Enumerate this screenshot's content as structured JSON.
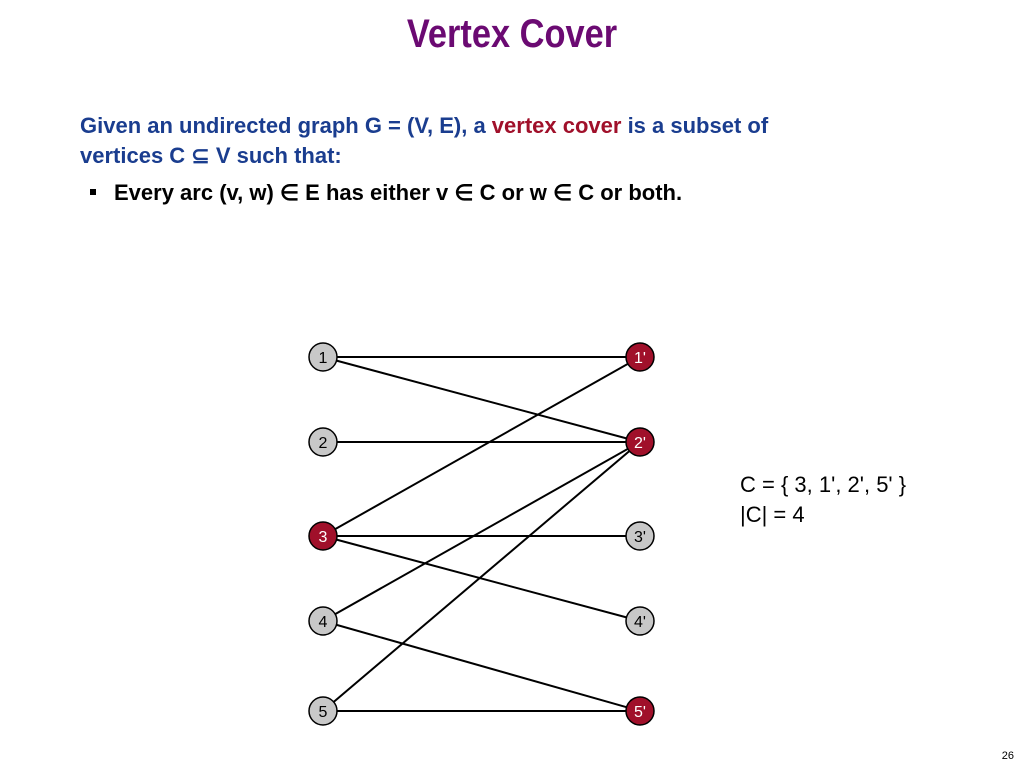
{
  "slide": {
    "title": "Vertex Cover",
    "intro_part1": "Given an undirected graph G = (V, E), a ",
    "intro_highlight": "vertex cover",
    "intro_part2": " is a subset of",
    "intro_line2_a": "vertices C ",
    "subset_symbol": "⊆",
    "intro_line2_b": " V such that:",
    "bullet": "Every arc (v, w) ∈ E has either v ∈ C or w ∈ C or both.",
    "cover_set": "C = { 3, 1', 2', 5' }",
    "cover_size": "|C| = 4",
    "page_number": "26"
  },
  "colors": {
    "title": "#6b0a72",
    "text_blue": "#1a3d8f",
    "highlight": "#a0102a",
    "node_gray": "#c8c8c8",
    "node_selected": "#a0102a"
  },
  "graph": {
    "left_nodes": [
      {
        "id": "1",
        "label": "1",
        "selected": false
      },
      {
        "id": "2",
        "label": "2",
        "selected": false
      },
      {
        "id": "3",
        "label": "3",
        "selected": true
      },
      {
        "id": "4",
        "label": "4",
        "selected": false
      },
      {
        "id": "5",
        "label": "5",
        "selected": false
      }
    ],
    "right_nodes": [
      {
        "id": "1'",
        "label": "1'",
        "selected": true
      },
      {
        "id": "2'",
        "label": "2'",
        "selected": true
      },
      {
        "id": "3'",
        "label": "3'",
        "selected": false
      },
      {
        "id": "4'",
        "label": "4'",
        "selected": false
      },
      {
        "id": "5'",
        "label": "5'",
        "selected": true
      }
    ],
    "edges": [
      [
        "1",
        "1'"
      ],
      [
        "1",
        "2'"
      ],
      [
        "2",
        "2'"
      ],
      [
        "3",
        "1'"
      ],
      [
        "3",
        "3'"
      ],
      [
        "3",
        "4'"
      ],
      [
        "4",
        "2'"
      ],
      [
        "4",
        "5'"
      ],
      [
        "5",
        "2'"
      ],
      [
        "5",
        "5'"
      ]
    ]
  }
}
